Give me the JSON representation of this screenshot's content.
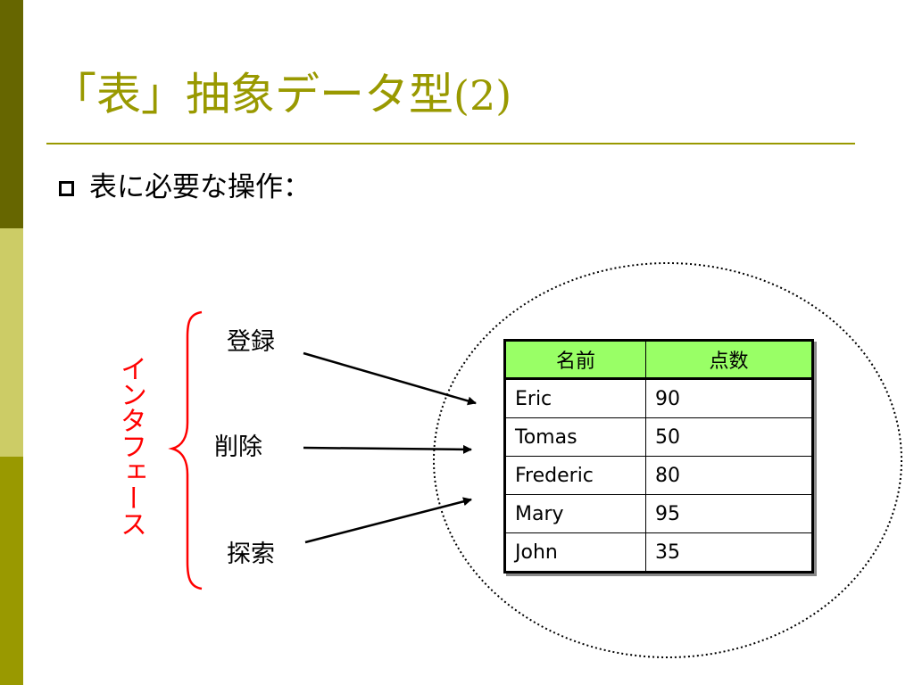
{
  "title": {
    "main": "「表」抽象データ型",
    "number": "(2)"
  },
  "bullet": {
    "text": "表に必要な操作："
  },
  "interface_label": "インタフェース",
  "operations": {
    "register": "登録",
    "delete": "削除",
    "search": "探索"
  },
  "table": {
    "headers": [
      "名前",
      "点数"
    ],
    "header_color": "#99ff66",
    "rows": [
      {
        "name": "Eric",
        "score": "90"
      },
      {
        "name": "Tomas",
        "score": "50"
      },
      {
        "name": "Frederic",
        "score": "80"
      },
      {
        "name": "Mary",
        "score": "95"
      },
      {
        "name": "John",
        "score": "35"
      }
    ]
  },
  "colors": {
    "accent": "#999900",
    "stripe_dark": "#666600",
    "stripe_light": "#cccc66",
    "interface": "#ff0000"
  }
}
